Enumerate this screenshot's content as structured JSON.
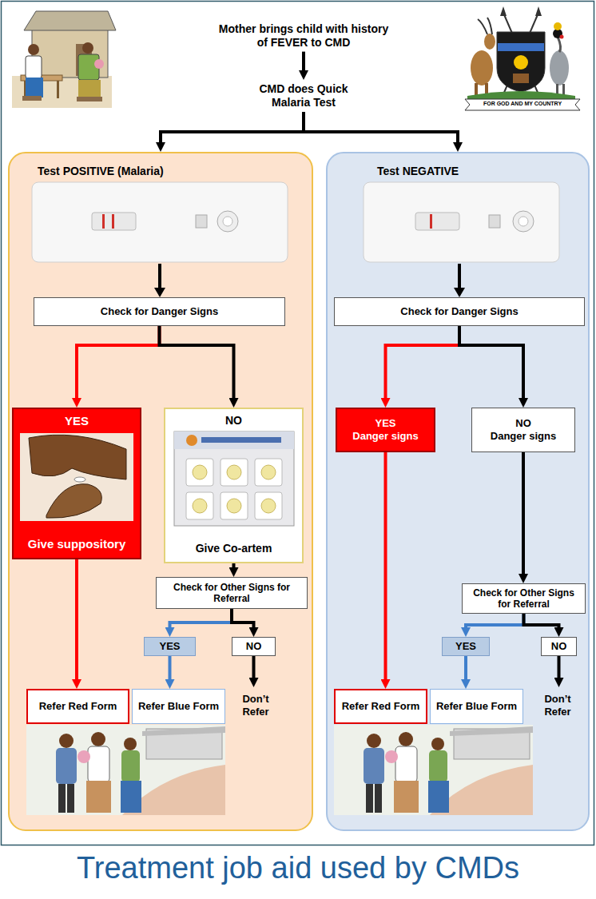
{
  "diagram": {
    "caption": "Treatment job aid used by CMDs",
    "nodes": [
      {
        "text": [
          "Mother brings child with history of FEVER to CMD"
        ]
      },
      {
        "text": [
          "CMD does Quick Malaria Test"
        ]
      },
      {
        "text": [
          "Test POSITIVE (Malaria)"
        ]
      },
      {
        "text": [
          "Check for Danger Signs"
        ],
        "in": 2
      },
      {
        "text": [
          "YES",
          "Give suppository"
        ],
        "in": 2
      },
      {
        "text": [
          "NO",
          "Give Co-artem"
        ],
        "in": 2
      },
      {
        "text": [
          "Check for Other Signs for Referral"
        ],
        "in": 2
      },
      {
        "text": [
          "YES"
        ],
        "in": 2
      },
      {
        "text": [
          "NO"
        ],
        "in": 2
      },
      {
        "text": [
          "Refer Red Form"
        ],
        "in": 2
      },
      {
        "text": [
          "Refer Blue Form"
        ],
        "in": 2
      },
      {
        "text": [
          "Don’t Refer"
        ],
        "in": 2
      },
      {
        "text": [
          "Test NEGATIVE"
        ]
      },
      {
        "text": [
          "Check for Danger Signs"
        ],
        "in": 12
      },
      {
        "text": [
          "YES",
          "Danger signs"
        ],
        "in": 12
      },
      {
        "text": [
          "NO",
          "Danger signs"
        ],
        "in": 12
      },
      {
        "text": [
          "Check for Other Signs for Referral"
        ],
        "in": 12
      },
      {
        "text": [
          "YES"
        ],
        "in": 12
      },
      {
        "text": [
          "NO"
        ],
        "in": 12
      },
      {
        "text": [
          "Refer Red Form"
        ],
        "in": 12
      },
      {
        "text": [
          "Refer Blue Form"
        ],
        "in": 12
      },
      {
        "text": [
          "Don’t Refer"
        ],
        "in": 12
      }
    ],
    "edges": [
      {
        "from": 0,
        "to": 1,
        "arrow": "to"
      },
      {
        "from": 1,
        "to": 2,
        "arrow": "to"
      },
      {
        "from": 1,
        "to": 12,
        "arrow": "to"
      },
      {
        "from": 3,
        "to": 4,
        "arrow": "to"
      },
      {
        "from": 3,
        "to": 5,
        "arrow": "to"
      },
      {
        "from": 5,
        "to": 6,
        "arrow": "to"
      },
      {
        "from": 6,
        "to": 7,
        "arrow": "to"
      },
      {
        "from": 6,
        "to": 8,
        "arrow": "to"
      },
      {
        "from": 4,
        "to": 9,
        "arrow": "to"
      },
      {
        "from": 7,
        "to": 10,
        "arrow": "to"
      },
      {
        "from": 8,
        "to": 11,
        "arrow": "to"
      },
      {
        "from": 13,
        "to": 14,
        "arrow": "to"
      },
      {
        "from": 13,
        "to": 15,
        "arrow": "to"
      },
      {
        "from": 15,
        "to": 16,
        "arrow": "to"
      },
      {
        "from": 16,
        "to": 17,
        "arrow": "to"
      },
      {
        "from": 16,
        "to": 18,
        "arrow": "to"
      },
      {
        "from": 14,
        "to": 19,
        "arrow": "to"
      },
      {
        "from": 17,
        "to": 20,
        "arrow": "to"
      },
      {
        "from": 18,
        "to": 21,
        "arrow": "to"
      }
    ],
    "labels": [
      "FOR GOD AND MY COUNTRY"
    ]
  }
}
